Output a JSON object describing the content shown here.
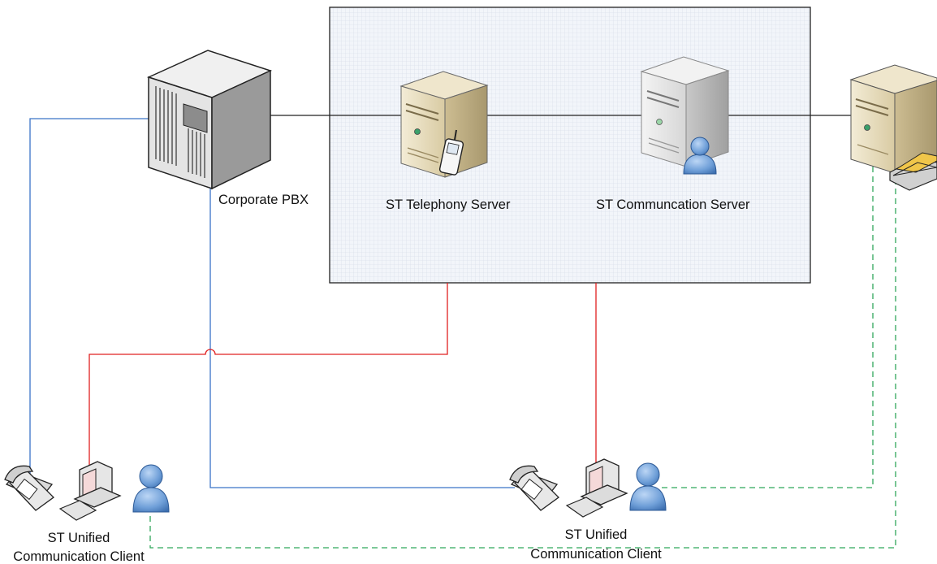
{
  "labels": {
    "pbx": "Corporate PBX",
    "telephony": "ST Telephony Server",
    "communication": "ST Communcation Server",
    "client_left": {
      "line1": "ST Unified",
      "line2": "Communication Client"
    },
    "client_right": {
      "line1": "ST Unified",
      "line2": "Communication Client"
    }
  },
  "colors": {
    "blue_line": "#3a73c8",
    "red_line": "#e02020",
    "green_dashed_line": "#2fa65a",
    "black_line": "#222222",
    "zone_fill": "#eef2f8",
    "server_beige": "#e6dcc0",
    "server_gray": "#e2e2e2",
    "person_blue": "#5b8fd0"
  },
  "icons": {
    "pbx": "pbx-cabinet-icon",
    "telephony_server": "server-with-phone-icon",
    "communication_server": "server-with-user-icon",
    "right_server": "server-with-printer-icon",
    "phone": "desk-phone-icon",
    "workstation": "computer-icon",
    "user": "user-icon"
  }
}
